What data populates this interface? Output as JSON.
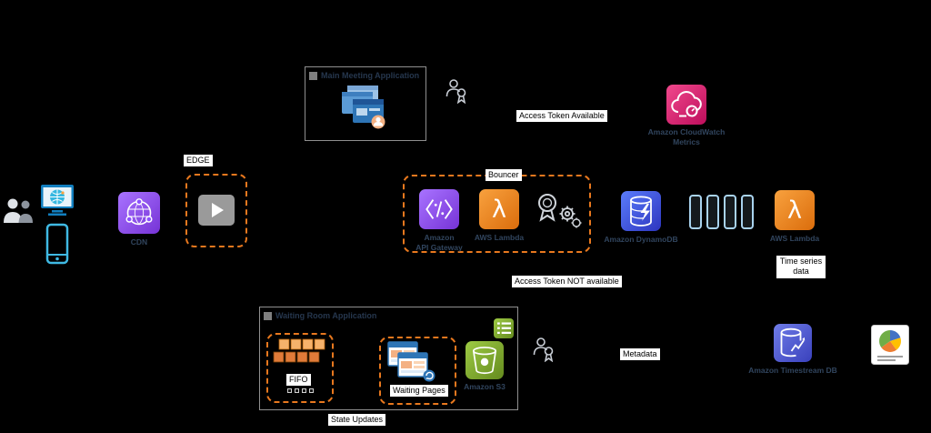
{
  "diagram": {
    "groups": {
      "main_app_title": "Main Meeting Application",
      "waiting_app_title": "Waiting Room Application",
      "bouncer_label": "Bouncer",
      "edge_label": "EDGE"
    },
    "chips": {
      "access_token_available": "Access Token Available",
      "access_token_not_available": "Access Token NOT available",
      "time_series_line1": "Time series",
      "time_series_line2": "data",
      "metadata": "Metadata",
      "state_updates": "State Updates",
      "waiting_pages": "Waiting Pages",
      "fifo": "FIFO"
    },
    "captions": {
      "cdn": "CDN",
      "api_gateway_line1": "Amazon",
      "api_gateway_line2": "API Gateway",
      "lambda": "AWS Lambda",
      "dynamodb": "Amazon DynamoDB",
      "cloudwatch_line1": "Amazon CloudWatch",
      "cloudwatch_line2": "Metrics",
      "timestream": "Amazon Timestream DB",
      "s3": "Amazon S3"
    },
    "glyphs": {
      "lambda": "λ"
    },
    "icons": {
      "users": "users-icon",
      "web_browser": "web-browser-icon",
      "mobile_phone": "mobile-phone-icon",
      "cloudfront_cdn": "cloudfront-cdn-icon",
      "video_player": "video-player-icon",
      "app_windows": "application-windows-icon",
      "user_certificate": "user-certificate-icon",
      "cloudwatch": "cloudwatch-icon",
      "api_gateway": "api-gateway-icon",
      "lambda": "lambda-icon",
      "certificate_gears": "certificate-gears-icon",
      "dynamodb": "dynamodb-icon",
      "queue_buffer": "queue-buffer-icon",
      "sqs_fifo_queue": "sqs-fifo-queue-icon",
      "waiting_pages": "waiting-pages-icon",
      "s3_bucket": "s3-bucket-icon",
      "checklist": "checklist-icon",
      "timestream": "timestream-icon",
      "pie_chart_report": "pie-chart-report-icon"
    },
    "colors": {
      "background": "#000000",
      "dashed_group_orange": "#E8781E",
      "cloudfront_purple": "#8C4FFF",
      "lambda_orange": "#ED7100",
      "database_blue": "#3B48CC",
      "cloudwatch_pink": "#E7157B",
      "s3_green": "#7AA116"
    }
  }
}
